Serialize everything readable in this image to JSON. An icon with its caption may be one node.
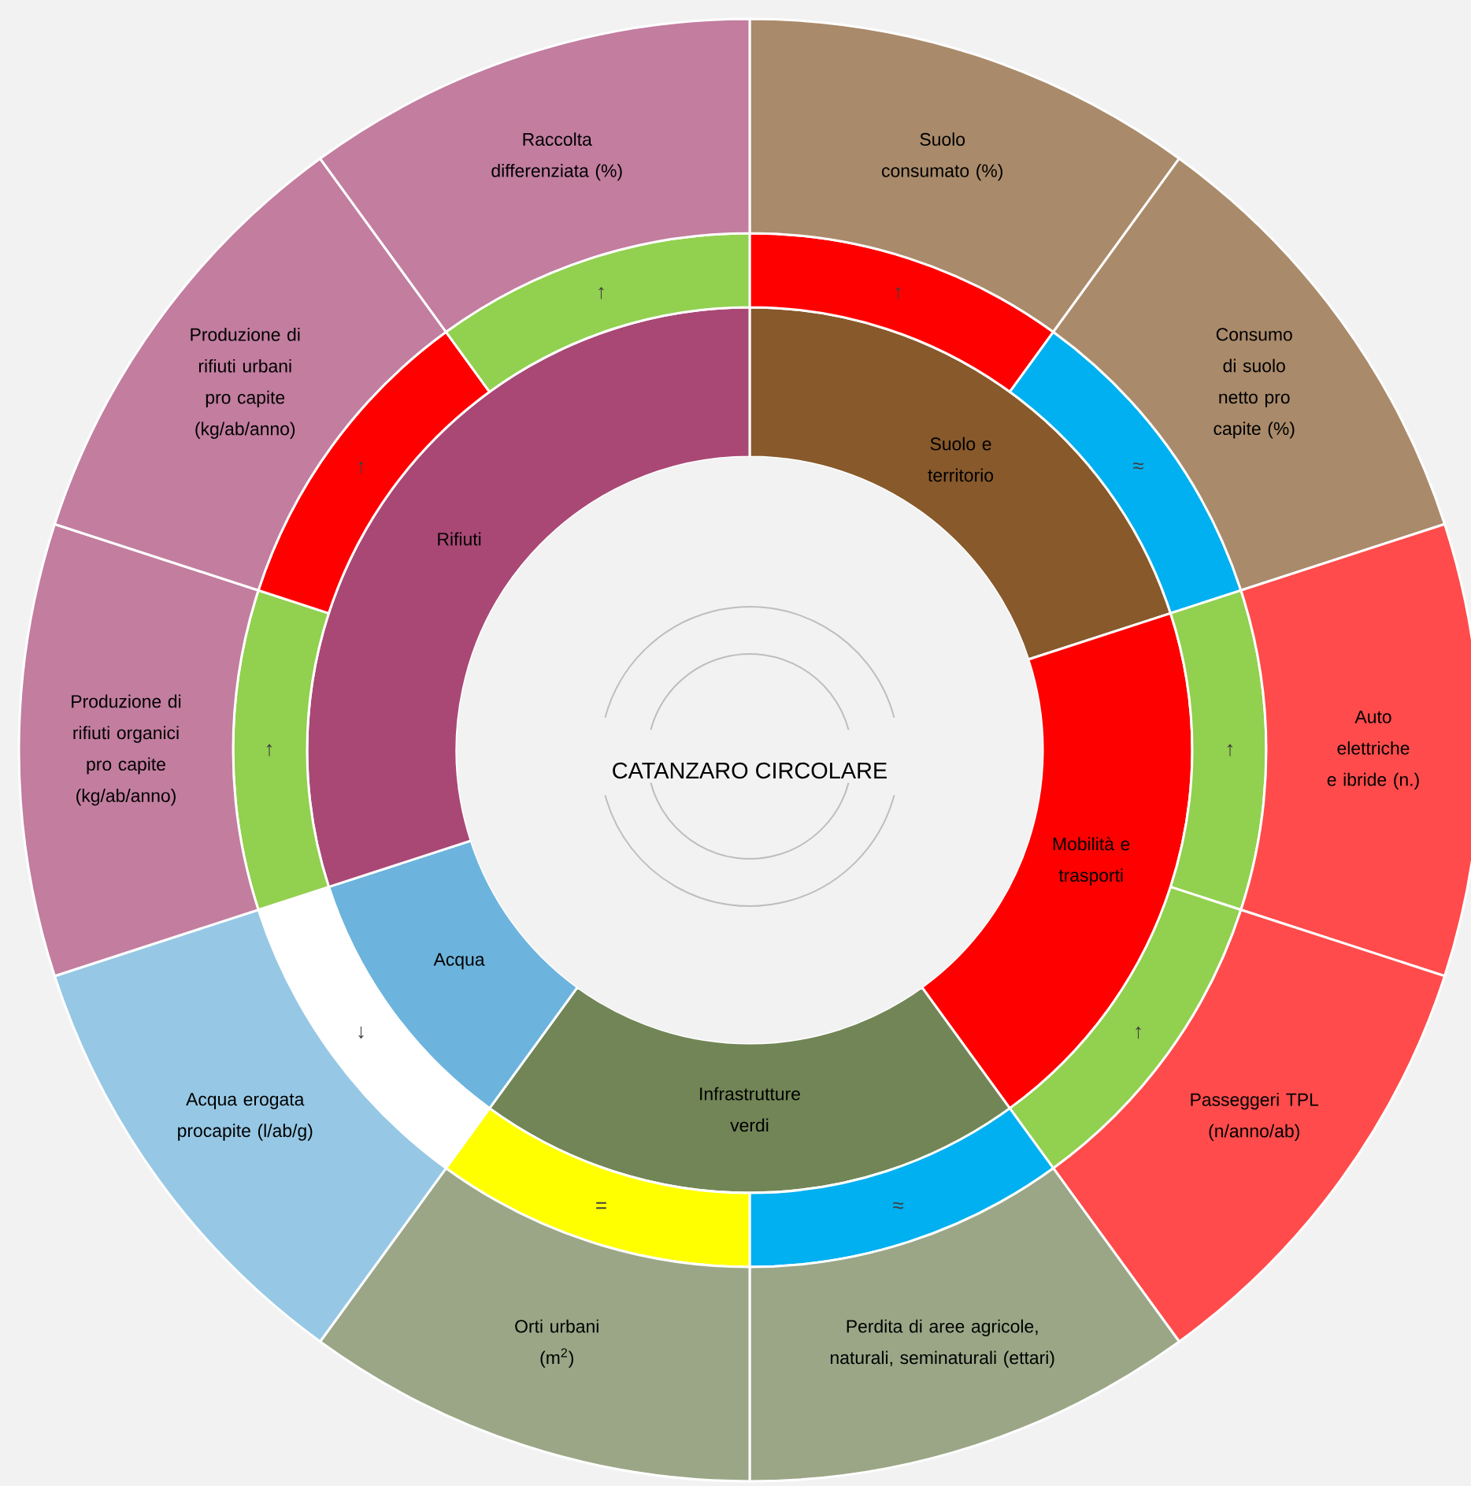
{
  "diagram": {
    "nodes": [
      {
        "text": [
          "CATANZARO CIRCOLARE"
        ]
      },
      {
        "text": [
          "Suolo e territorio"
        ]
      },
      {
        "text": [
          "Mobilità e trasporti"
        ]
      },
      {
        "text": [
          "Infrastrutture verdi"
        ]
      },
      {
        "text": [
          "Acqua"
        ]
      },
      {
        "text": [
          "Rifiuti"
        ]
      },
      {
        "text": [
          "↑"
        ]
      },
      {
        "text": [
          "≈"
        ]
      },
      {
        "text": [
          "↑"
        ]
      },
      {
        "text": [
          "↑"
        ]
      },
      {
        "text": [
          "≈"
        ]
      },
      {
        "text": [
          "="
        ]
      },
      {
        "text": [
          "↓"
        ]
      },
      {
        "text": [
          "↑"
        ]
      },
      {
        "text": [
          "↑"
        ]
      },
      {
        "text": [
          "↑"
        ]
      },
      {
        "text": [
          "Suolo consumato (%)"
        ]
      },
      {
        "text": [
          "Consumo di suolo netto pro capite (%)"
        ]
      },
      {
        "text": [
          "Auto elettriche e ibride (n.)"
        ]
      },
      {
        "text": [
          "Passeggeri TPL (n/anno/ab)"
        ]
      },
      {
        "text": [
          "Perdita di aree agricole, naturali, seminaturali (ettari)"
        ]
      },
      {
        "text": [
          "Orti urbani (m$^{2}$)"
        ]
      },
      {
        "text": [
          "Acqua erogata procapite (l/ab/g)"
        ]
      },
      {
        "text": [
          "Produzione di rifiuti organici pro capite (kg/ab/anno)"
        ]
      },
      {
        "text": [
          "Produzione di rifiuti urbani pro capite (kg/ab/anno)"
        ]
      },
      {
        "text": [
          "Raccolta differenziata (%)"
        ]
      }
    ]
  }
}
